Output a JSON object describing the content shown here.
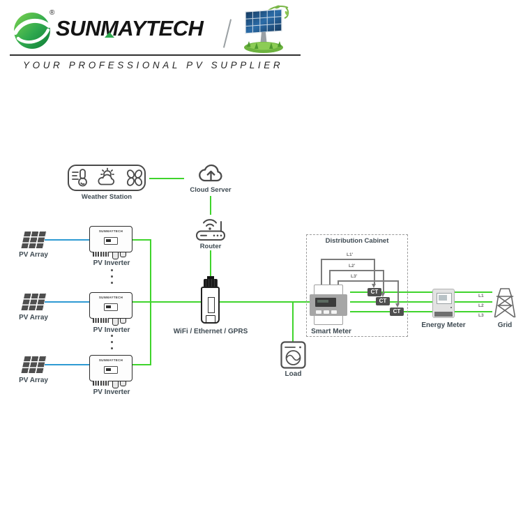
{
  "header": {
    "brand": "SUNMAYTECH",
    "registered_mark": "®",
    "tagline": "YOUR PROFESSIONAL PV SUPPLIER"
  },
  "diagram": {
    "weather_station": {
      "label": "Weather Station"
    },
    "cloud_server": {
      "label": "Cloud Server"
    },
    "router": {
      "label": "Router"
    },
    "wifi_dongle": {
      "label": "WiFi / Ethernet / GPRS"
    },
    "pv_array": {
      "label": "PV Array"
    },
    "pv_inverter": {
      "label": "PV Inverter",
      "brand": "SUNMAYTECH"
    },
    "distribution_cabinet": {
      "label": "Distribution Cabinet"
    },
    "smart_meter": {
      "label": "Smart Meter"
    },
    "ct": {
      "label": "CT"
    },
    "energy_meter": {
      "label": "Energy Meter"
    },
    "grid": {
      "label": "Grid"
    },
    "load": {
      "label": "Load"
    },
    "wire_labels": {
      "l1_prime": "L1'",
      "l2_prime": "L2'",
      "l3_prime": "L3'",
      "l1": "L1",
      "l2": "L2",
      "l3": "L3"
    }
  },
  "colors": {
    "line_green": "#3fd42c",
    "line_blue": "#2e9ad3",
    "label_dark": "#3e4a52",
    "ct_bg": "#4f4f4f",
    "wire_gray": "#7b7b7b",
    "brand_green": "#2ea84e"
  }
}
